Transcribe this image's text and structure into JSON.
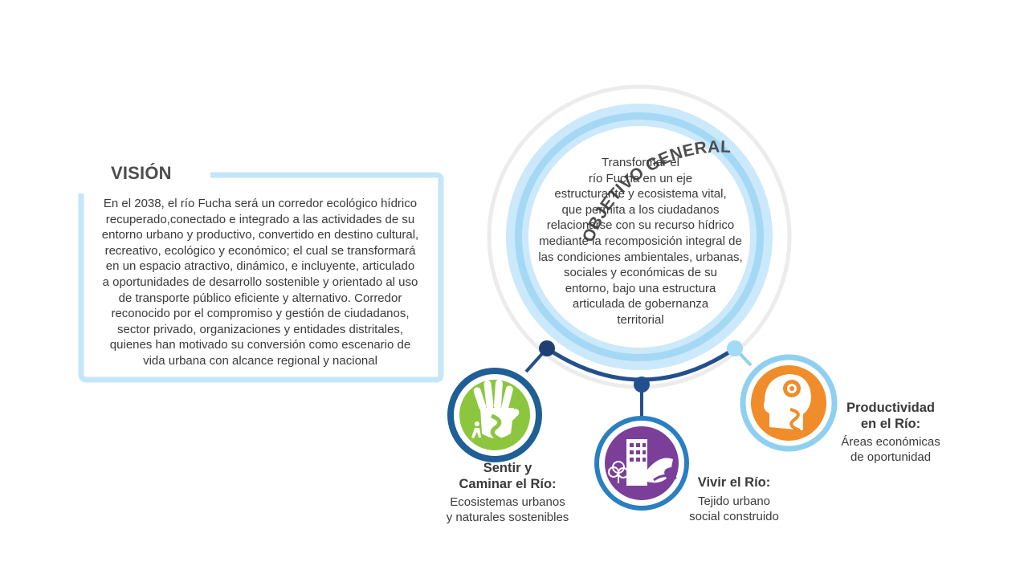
{
  "vision": {
    "title": "VISIÓN",
    "lines": [
      "En el 2038, el río Fucha será un corredor ecológico hídrico",
      "recuperado,conectado e integrado a las actividades de su",
      "entorno urbano y productivo, convertido en destino cultural,",
      "recreativo, ecológico y económico; el cual se transformará",
      "en un espacio atractivo, dinámico, e incluyente, articulado",
      "a oportunidades de desarrollo sostenible y orientado al uso",
      "de transporte público eficiente y alternativo. Corredor",
      "reconocido por el compromiso y gestión de ciudadanos,",
      "sector privado, organizaciones y entidades distritales,",
      "quienes han motivado su conversión como escenario de",
      "vida urbana con alcance regional y nacional"
    ]
  },
  "objective": {
    "title": "OBJETIVO GENERAL",
    "lines": [
      "Transformar el",
      "río Fucha en un eje",
      "estructurante y ecosistema vital,",
      "que permita a los ciudadanos",
      "relacionarse con su recurso hídrico",
      "mediante la recomposición integral de",
      "las condiciones ambientales, urbanas,",
      "sociales y económicas de su",
      "entorno, bajo una estructura",
      "articulada de gobernanza",
      "territorial"
    ]
  },
  "pillars": [
    {
      "title_lines": [
        "Sentir y",
        "Caminar el Río:"
      ],
      "desc_lines": [
        "Ecosistemas urbanos",
        "y naturales sostenibles"
      ],
      "icon": "hand-walker-icon",
      "color": "#8cc63f",
      "ring_color": "#1f5f95"
    },
    {
      "title_lines": [
        "Vivir el Río:"
      ],
      "desc_lines": [
        "Tejido urbano",
        "social construido"
      ],
      "icon": "city-building-icon",
      "color": "#7b3f9a",
      "ring_color": "#2a7fc1"
    },
    {
      "title_lines": [
        "Productividad",
        "en el Río:"
      ],
      "desc_lines": [
        "Áreas económicas",
        "de oportunidad"
      ],
      "icon": "head-gear-icon",
      "color": "#f08c2a",
      "ring_color": "#8fd0f0"
    }
  ],
  "colors": {
    "vision_frame": "#c5e6f8",
    "outer_ring": "#ececec",
    "ring_light": "#cbe9fa",
    "ring_mid": "#a4d8f5",
    "connector": "#244f8e"
  }
}
